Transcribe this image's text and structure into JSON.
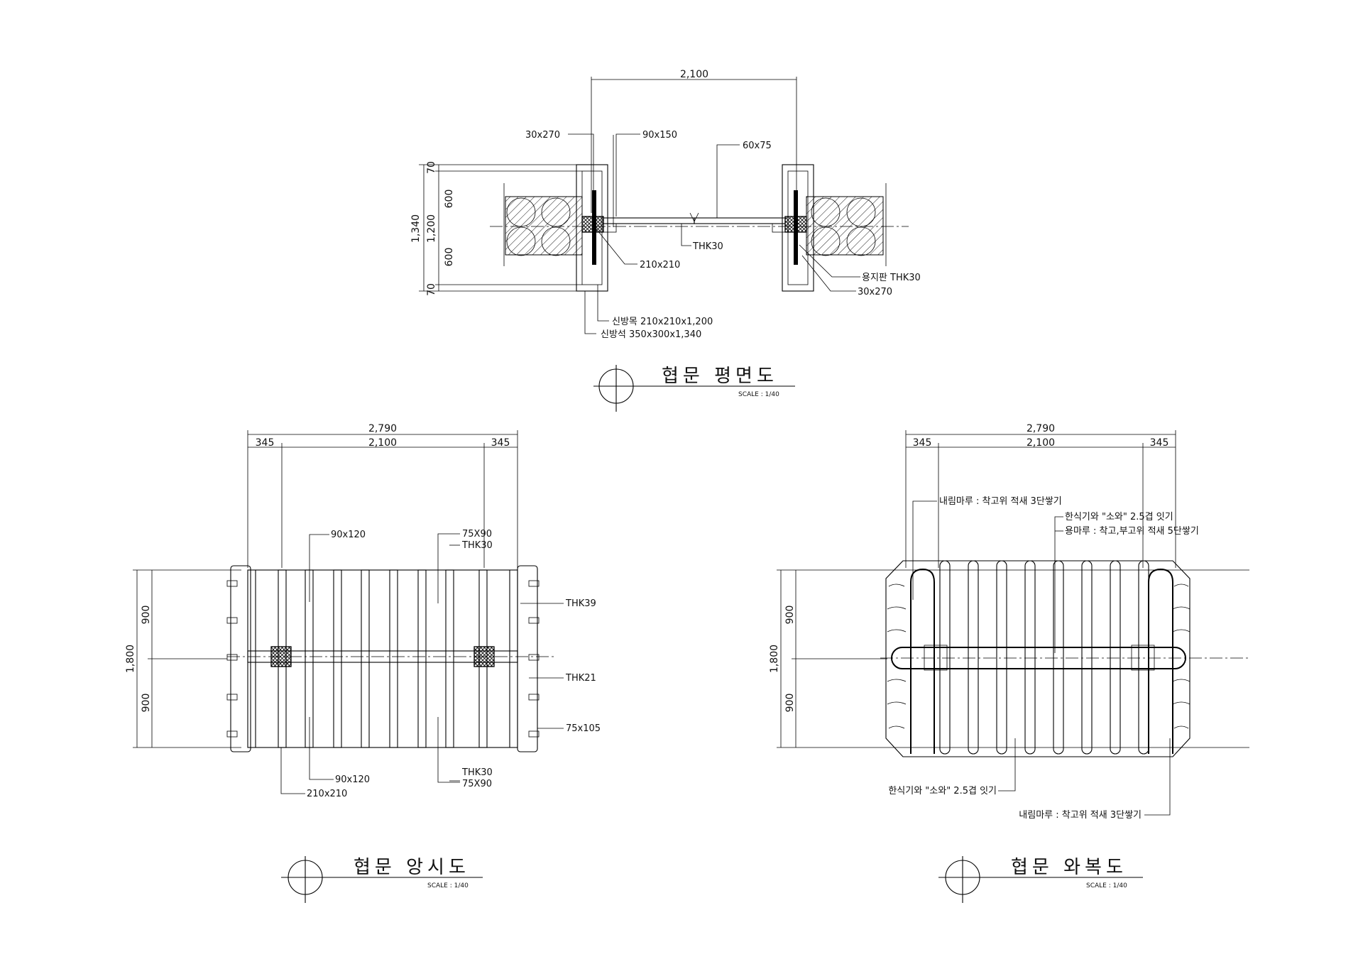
{
  "plan": {
    "title": "협문 평면도",
    "scale": "SCALE : 1/40",
    "dims": {
      "overall": "2,100",
      "depth_total": "1,340",
      "depth_inner": "1,200",
      "half_top": "600",
      "half_bottom": "600",
      "edge_top": "70",
      "edge_bottom": "70"
    },
    "labels": {
      "post_board_left": "30x270",
      "lintel": "90x150",
      "door_frame": "60x75",
      "door_thk": "THK30",
      "post": "210x210",
      "support_board": "용지판 THK30",
      "post_board_right": "30x270",
      "post_wood": "신방목 210x210x1,200",
      "post_stone": "신방석 350x300x1,340"
    }
  },
  "elevation": {
    "title": "협문 앙시도",
    "scale": "SCALE : 1/40",
    "dims": {
      "overall": "2,790",
      "left": "345",
      "center": "2,100",
      "right": "345",
      "height_total": "1,800",
      "upper": "900",
      "lower": "900"
    },
    "labels": {
      "rafter_top": "90x120",
      "purlin_top": "75X90",
      "thk_top": "THK30",
      "thk39": "THK39",
      "thk21": "THK21",
      "beam": "75x105",
      "rafter_bottom": "90x120",
      "post": "210x210",
      "thk_bottom": "THK30",
      "purlin_bottom": "75X90"
    }
  },
  "roof": {
    "title": "협문 와복도",
    "scale": "SCALE : 1/40",
    "dims": {
      "overall": "2,790",
      "left": "345",
      "center": "2,100",
      "right": "345",
      "height_total": "1,800",
      "upper": "900",
      "lower": "900"
    },
    "labels": {
      "hip_ridge_top": "내림마루 : 착고위 적새 3단쌓기",
      "tile_top": "한식기와 \"소와\" 2.5겹 잇기",
      "main_ridge": "용마루 : 착고,부고위 적새 5단쌓기",
      "tile_bottom": "한식기와 \"소와\" 2.5겹 잇기",
      "hip_ridge_bottom": "내림마루 : 착고위 적새 3단쌓기"
    }
  }
}
